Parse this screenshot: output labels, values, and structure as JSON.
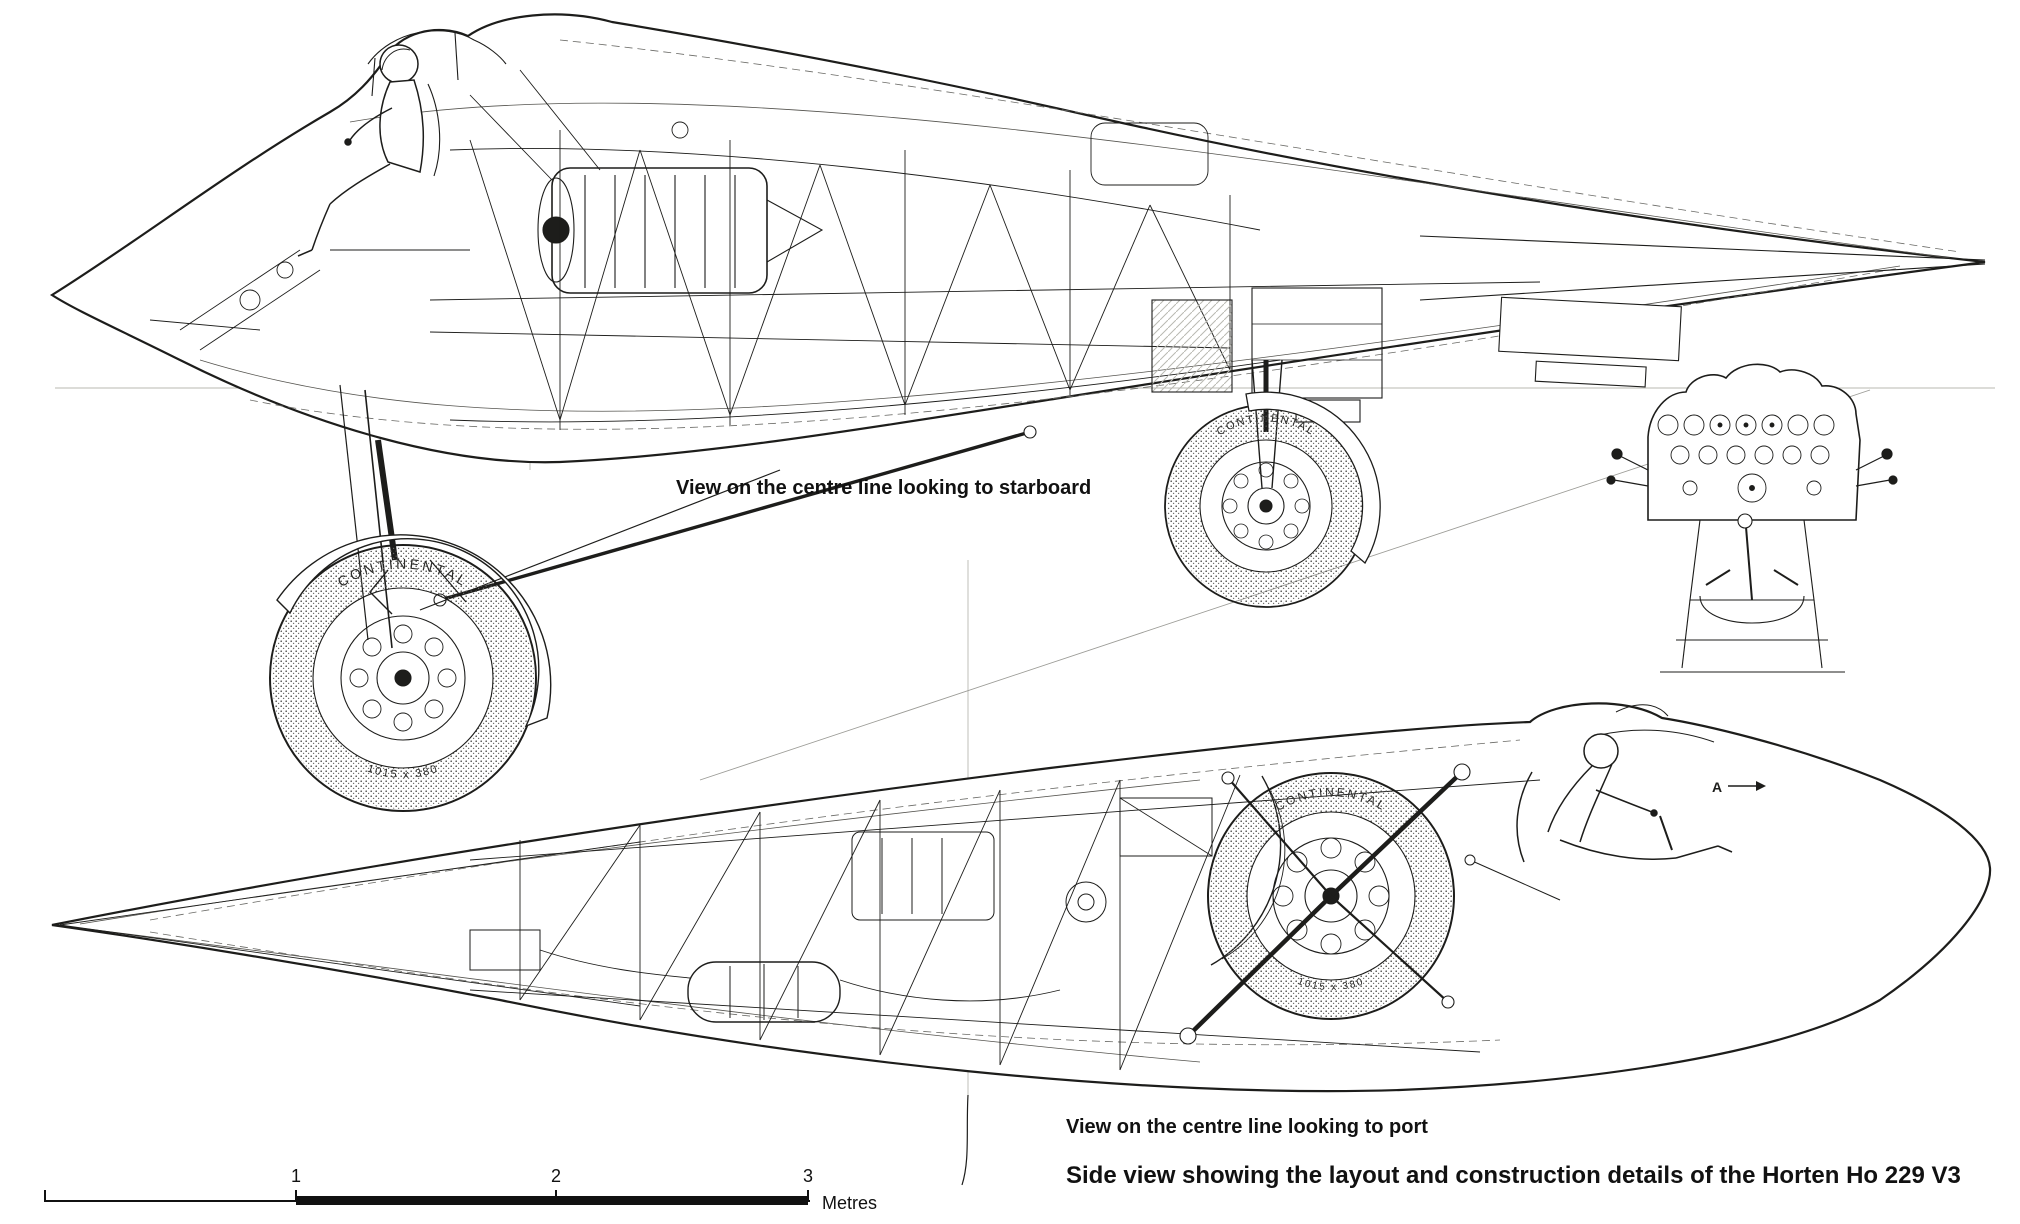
{
  "colors": {
    "paper": "#ffffff",
    "ink": "#1d1d1b"
  },
  "captions": {
    "starboard_view": "View on the centre line looking to starboard",
    "port_view": "View on the centre line looking to port",
    "main_title": "Side view showing the layout and construction details of the Horten Ho 229 V3"
  },
  "scale_bar": {
    "ticks": [
      "1",
      "2",
      "3"
    ],
    "unit": "Metres"
  },
  "tire": {
    "brand": "CONTINENTAL",
    "size": "1015 x 380"
  },
  "labels": {
    "section_marker": "A"
  }
}
